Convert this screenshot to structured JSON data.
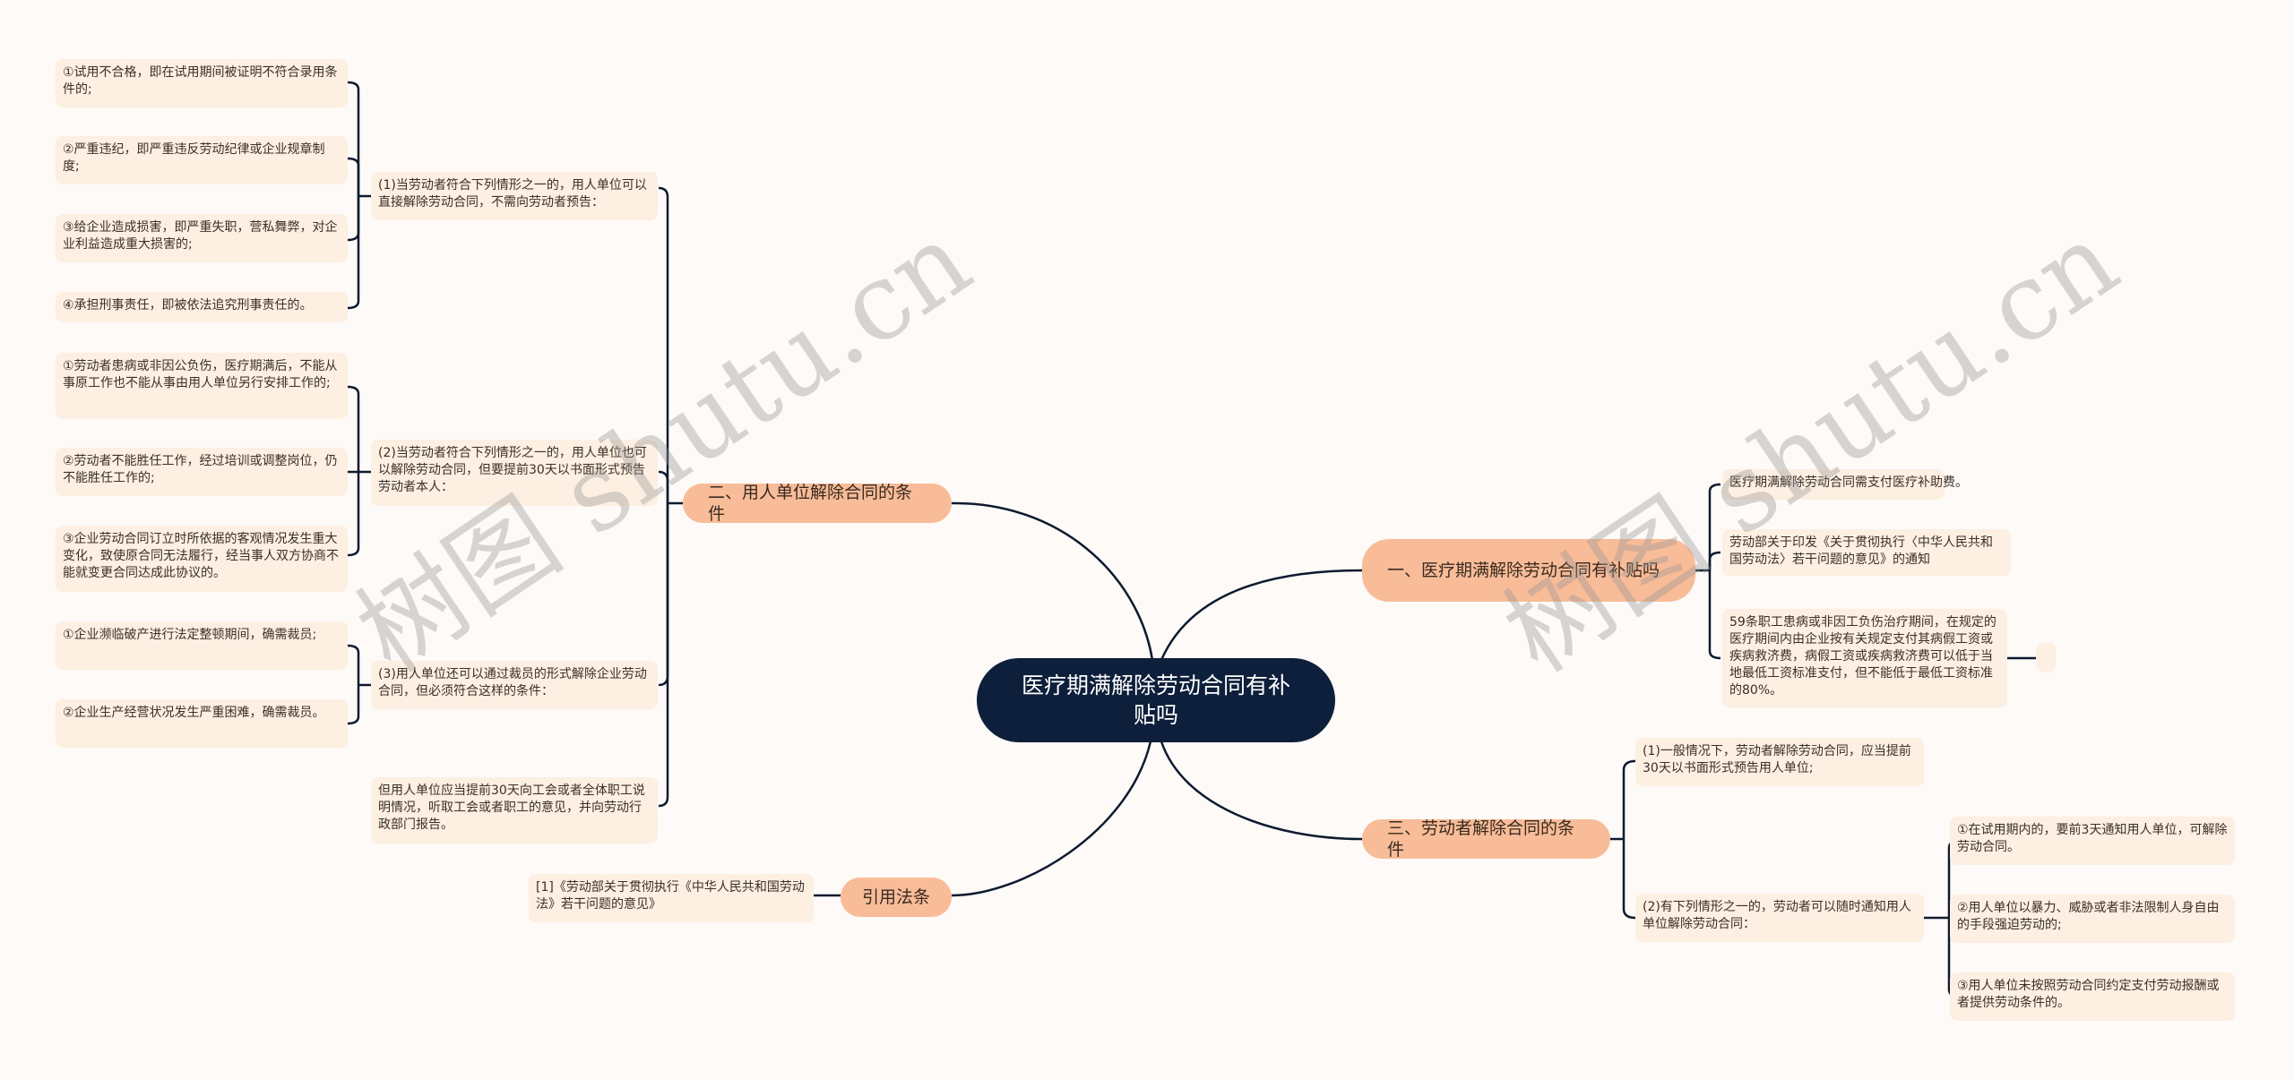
{
  "root": {
    "label": "医疗期满解除劳动合同有补贴吗"
  },
  "branches": [
    {
      "label": "一、医疗期满解除劳动合同有补贴吗",
      "children": [
        {
          "label": "医疗期满解除劳动合同需支付医疗补助费。"
        },
        {
          "label": "劳动部关于印发《关于贯彻执行〈中华人民共和国劳动法〉若干问题的意见》的通知"
        },
        {
          "label": "59条职工患病或非因工负伤治疗期间，在规定的医疗期间内由企业按有关规定支付其病假工资或疾病救济费，病假工资或疾病救济费可以低于当地最低工资标准支付，但不能低于最低工资标准的80%。",
          "children": [
            {
              "label": ""
            }
          ]
        }
      ]
    },
    {
      "label": "二、用人单位解除合同的条件",
      "children": [
        {
          "label": "(1)当劳动者符合下列情形之一的，用人单位可以直接解除劳动合同，不需向劳动者预告：",
          "children": [
            {
              "label": "①试用不合格，即在试用期间被证明不符合录用条件的;"
            },
            {
              "label": "②严重违纪，即严重违反劳动纪律或企业规章制度;"
            },
            {
              "label": "③给企业造成损害，即严重失职，营私舞弊，对企业利益造成重大损害的;"
            },
            {
              "label": "④承担刑事责任，即被依法追究刑事责任的。"
            }
          ]
        },
        {
          "label": "(2)当劳动者符合下列情形之一的，用人单位也可以解除劳动合同，但要提前30天以书面形式预告劳动者本人：",
          "children": [
            {
              "label": "①劳动者患病或非因公负伤，医疗期满后，不能从事原工作也不能从事由用人单位另行安排工作的;"
            },
            {
              "label": "②劳动者不能胜任工作，经过培训或调整岗位，仍不能胜任工作的;"
            },
            {
              "label": "③企业劳动合同订立时所依据的客观情况发生重大变化，致使原合同无法履行，经当事人双方协商不能就变更合同达成此协议的。"
            }
          ]
        },
        {
          "label": "(3)用人单位还可以通过裁员的形式解除企业劳动合同，但必须符合这样的条件：",
          "children": [
            {
              "label": "①企业濒临破产进行法定整顿期间，确需裁员;"
            },
            {
              "label": "②企业生产经营状况发生严重困难，确需裁员。"
            }
          ]
        },
        {
          "label": "但用人单位应当提前30天向工会或者全体职工说明情况，听取工会或者职工的意见，并向劳动行政部门报告。"
        }
      ]
    },
    {
      "label": "三、劳动者解除合同的条件",
      "children": [
        {
          "label": "(1)一般情况下，劳动者解除劳动合同，应当提前30天以书面形式预告用人单位;"
        },
        {
          "label": "(2)有下列情形之一的，劳动者可以随时通知用人单位解除劳动合同：",
          "children": [
            {
              "label": "①在试用期内的，要前3天通知用人单位，可解除劳动合同。"
            },
            {
              "label": "②用人单位以暴力、威胁或者非法限制人身自由的手段强迫劳动的;"
            },
            {
              "label": "③用人单位未按照劳动合同约定支付劳动报酬或者提供劳动条件的。"
            }
          ]
        }
      ]
    },
    {
      "label": "引用法条",
      "children": [
        {
          "label": "[1]《劳动部关于贯彻执行《中华人民共和国劳动法》若干问题的意见》"
        }
      ]
    }
  ],
  "watermark": {
    "text": "树图 shutu.cn"
  },
  "colors": {
    "root_bg": "#0d1f3a",
    "branch_bg": "#f8bc98",
    "leaf_bg": "#fdefe1",
    "line": "#0d1a2e",
    "canvas": "#fdfaf8"
  }
}
